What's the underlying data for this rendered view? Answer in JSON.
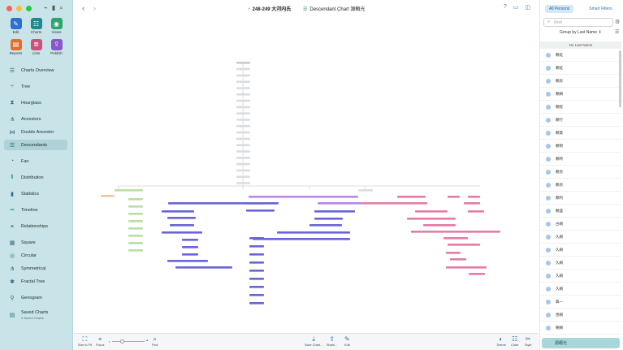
{
  "window": {
    "colors": {
      "close": "#fe5f57",
      "minimize": "#febc2e",
      "zoom": "#28c840"
    }
  },
  "toolbar": [
    {
      "key": "edit",
      "label": "Edit",
      "icon": "pencil-icon",
      "color": "#2f6fd1"
    },
    {
      "key": "charts",
      "label": "Charts",
      "icon": "chart-icon",
      "color": "#1f8a8e"
    },
    {
      "key": "views",
      "label": "Views",
      "icon": "eye-icon",
      "color": "#2ea36b"
    },
    {
      "key": "reports",
      "label": "Reports",
      "icon": "report-icon",
      "color": "#e0702c"
    },
    {
      "key": "lists",
      "label": "Lists",
      "icon": "list-icon",
      "color": "#cf4f7d"
    },
    {
      "key": "publish",
      "label": "Publish",
      "icon": "publish-icon",
      "color": "#8a56c9"
    }
  ],
  "nav": [
    {
      "label": "Charts Overview",
      "icon": "charts-overview-icon"
    },
    {
      "label": "Tree",
      "icon": "tree-icon"
    },
    {
      "label": "Hourglass",
      "icon": "hourglass-icon"
    },
    {
      "label": "Ancestors",
      "icon": "ancestors-icon"
    },
    {
      "label": "Double Ancestor",
      "icon": "double-ancestor-icon"
    },
    {
      "label": "Descendants",
      "icon": "descendants-icon",
      "active": true
    },
    {
      "label": "Fan",
      "icon": "fan-icon"
    },
    {
      "label": "Distribution",
      "icon": "distribution-icon"
    },
    {
      "label": "Statistics",
      "icon": "statistics-icon"
    },
    {
      "label": "Timeline",
      "icon": "timeline-icon"
    },
    {
      "label": "Relationships",
      "icon": "relationships-icon"
    },
    {
      "label": "Square",
      "icon": "square-icon"
    },
    {
      "label": "Circular",
      "icon": "circular-icon"
    },
    {
      "label": "Symmetrical",
      "icon": "symmetrical-icon"
    },
    {
      "label": "Fractal Tree",
      "icon": "fractal-tree-icon"
    },
    {
      "label": "Genogram",
      "icon": "genogram-icon"
    },
    {
      "label": "Saved Charts",
      "icon": "saved-charts-icon",
      "sub": "0 Saved Charts"
    }
  ],
  "title": {
    "tree_name": "248-249 大河内氏",
    "chart_name": "Descendant Chart 源頼光"
  },
  "bottom": {
    "size_to_fit": "Size to Fit",
    "focus": "Focus",
    "find": "Find",
    "save_chart": "Save Chart...",
    "share": "Share...",
    "edit": "Edit",
    "theme": "Theme",
    "chart": "Chart",
    "style": "Style"
  },
  "right": {
    "tab_all": "All Persons",
    "tab_smart": "Smart Filters",
    "search_placeholder": "Find",
    "group_by": "Group by Last Name",
    "section": "No Last Name",
    "persons": [
      "頼延",
      "頼延",
      "頼房",
      "頼綱",
      "頼経",
      "頼行",
      "頼資",
      "頼明",
      "頼時",
      "頼貞",
      "頼貞",
      "頼利",
      "頼盛",
      "古綱",
      "久綱",
      "久綱",
      "久綱",
      "久綱",
      "久綱",
      "興一",
      "善綱",
      "朝綱"
    ],
    "selected": "源頼光"
  },
  "chart": {
    "colors": {
      "root": "#d9dde0",
      "green": "#b9dfa6",
      "orange": "#f2c6a6",
      "blue": "#6b63d8",
      "purple": "#b48ae6",
      "pink": "#e77aa8"
    }
  }
}
